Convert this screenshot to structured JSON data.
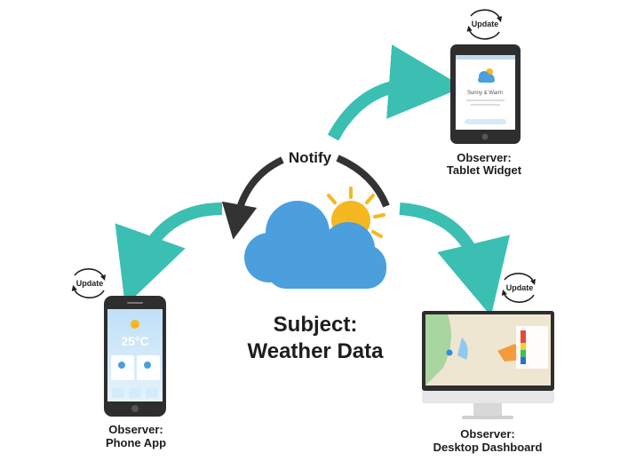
{
  "subject": {
    "line1": "Subject:",
    "line2": "Weather Data"
  },
  "notify_label": "Notify",
  "observers": [
    {
      "line1": "Observer:",
      "line2": "Tablet Widget",
      "update_label": "Update",
      "screen_text": "Sunny & Warm"
    },
    {
      "line1": "Observer:",
      "line2": "Phone App",
      "update_label": "Update",
      "screen_text": "25°C"
    },
    {
      "line1": "Observer:",
      "line2": "Desktop Dashboard",
      "update_label": "Update"
    }
  ],
  "colors": {
    "teal_arrow": "#3bbfb2",
    "notify_arrow": "#333333",
    "cloud": "#4a9fdc",
    "sun": "#f5b820",
    "device": "#2e2e2e"
  }
}
